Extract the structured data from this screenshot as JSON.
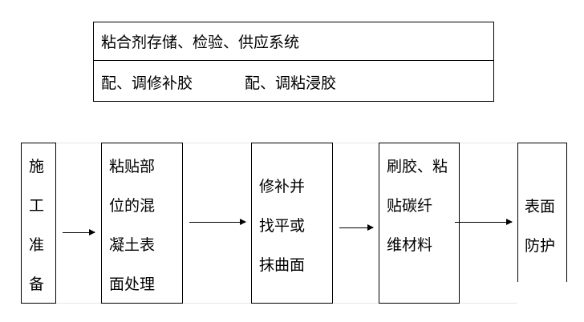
{
  "system_box": {
    "title": "粘合剂存储、检验、供应系统",
    "left_label": "配、调修补胶",
    "right_label": "配、调粘浸胶"
  },
  "steps": [
    {
      "lines": [
        "施",
        "工",
        "准",
        "备"
      ]
    },
    {
      "lines": [
        "粘贴部",
        "位的混",
        "凝土表",
        "面处理"
      ]
    },
    {
      "lines": [
        "修补并",
        "找平或",
        "抹曲面"
      ]
    },
    {
      "lines": [
        "刷胶、粘",
        "贴碳纤",
        "维材料"
      ]
    },
    {
      "lines": [
        "表面",
        "防护"
      ]
    }
  ]
}
